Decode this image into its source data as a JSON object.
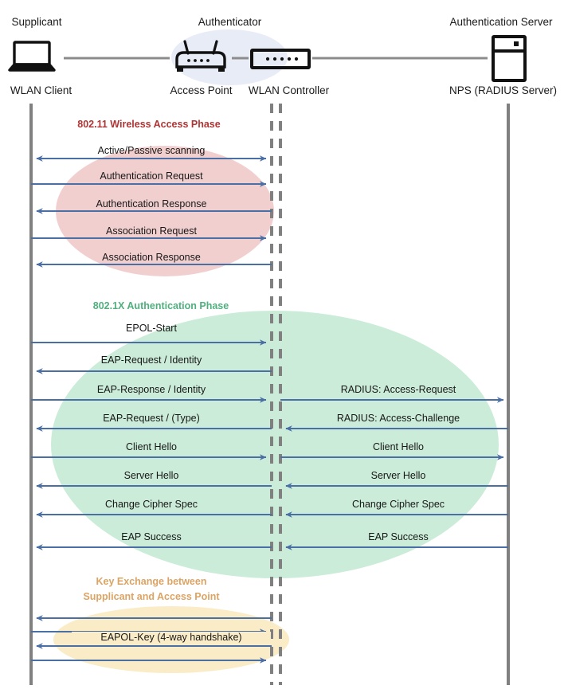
{
  "diagram": {
    "title": "802.1X WLAN Authentication Sequence",
    "colors": {
      "lifeline": "#808080",
      "arrow": "#4a6fa5",
      "link": "#8c8c8c",
      "icon": "#111111",
      "authenticator_ellipse": "#e8ecf6",
      "phase1_ellipse": "#f2cfcf",
      "phase2_ellipse": "#c8ebd6",
      "phase3_ellipse": "#fbecc8",
      "phase1_text": "#b03434",
      "phase2_text": "#4fb07d",
      "phase3_text": "#dca464"
    },
    "actors": [
      {
        "role": "Supplicant",
        "device": "WLAN Client",
        "icon": "laptop-icon"
      },
      {
        "role": "Authenticator",
        "device": "Access Point",
        "icon": "access-point-icon"
      },
      {
        "role": "",
        "device": "WLAN Controller",
        "icon": "wlan-controller-icon"
      },
      {
        "role": "Authentication Server",
        "device": "NPS (RADIUS Server)",
        "icon": "server-icon"
      }
    ],
    "phases": [
      {
        "id": "phase-80211",
        "label": "802.11 Wireless Access Phase",
        "label_lines": [
          "802.11 Wireless Access Phase"
        ],
        "messages": [
          {
            "text": "Active/Passive scanning",
            "direction": "both",
            "segment": "left"
          },
          {
            "text": "Authentication Request",
            "direction": "right",
            "segment": "left"
          },
          {
            "text": "Authentication Response",
            "direction": "left",
            "segment": "left"
          },
          {
            "text": "Association Request",
            "direction": "right",
            "segment": "left"
          },
          {
            "text": "Association Response",
            "direction": "left",
            "segment": "left"
          }
        ]
      },
      {
        "id": "phase-8021x",
        "label": "802.1X Authentication Phase",
        "label_lines": [
          "802.1X Authentication Phase"
        ],
        "messages": [
          {
            "text": "EPOL-Start",
            "direction": "right",
            "segment": "left"
          },
          {
            "text": "EAP-Request / Identity",
            "direction": "left",
            "segment": "left"
          },
          {
            "text": "EAP-Response / Identity",
            "direction": "right",
            "segment": "left"
          },
          {
            "text": "RADIUS: Access-Request",
            "direction": "right",
            "segment": "right"
          },
          {
            "text": "EAP-Request / (Type)",
            "direction": "left",
            "segment": "left"
          },
          {
            "text": "RADIUS: Access-Challenge",
            "direction": "left",
            "segment": "right"
          },
          {
            "text": "Client Hello",
            "direction": "right",
            "segment": "left"
          },
          {
            "text": "Client Hello",
            "direction": "right",
            "segment": "right"
          },
          {
            "text": "Server Hello",
            "direction": "left",
            "segment": "left"
          },
          {
            "text": "Server Hello",
            "direction": "left",
            "segment": "right"
          },
          {
            "text": "Change Cipher Spec",
            "direction": "left",
            "segment": "left"
          },
          {
            "text": "Change Cipher Spec",
            "direction": "left",
            "segment": "right"
          },
          {
            "text": "EAP Success",
            "direction": "left",
            "segment": "left"
          },
          {
            "text": "EAP Success",
            "direction": "left",
            "segment": "right"
          }
        ]
      },
      {
        "id": "phase-keyexchange",
        "label": "Key Exchange between Supplicant and Access Point",
        "label_lines": [
          "Key Exchange between",
          "Supplicant and Access Point"
        ],
        "messages": [
          {
            "text": "EAPOL-Key (4-way handshake)",
            "direction": "left",
            "segment": "left"
          },
          {
            "text": "",
            "direction": "right",
            "segment": "left"
          },
          {
            "text": "",
            "direction": "left",
            "segment": "left"
          },
          {
            "text": "",
            "direction": "right",
            "segment": "left"
          }
        ]
      }
    ],
    "labels": {
      "supplicant_role": "Supplicant",
      "authenticator_role": "Authenticator",
      "auth_server_role": "Authentication Server",
      "wlan_client": "WLAN Client",
      "access_point": "Access Point",
      "wlan_controller": "WLAN Controller",
      "nps_radius": "NPS (RADIUS Server)",
      "phase1_title": "802.11 Wireless Access Phase",
      "phase2_title": "802.1X Authentication Phase",
      "phase3_title_line1": "Key Exchange between",
      "phase3_title_line2": "Supplicant and Access Point",
      "m_active_passive": "Active/Passive scanning",
      "m_auth_req": "Authentication Request",
      "m_auth_resp": "Authentication Response",
      "m_assoc_req": "Association Request",
      "m_assoc_resp": "Association Response",
      "m_eapol_start": "EPOL-Start",
      "m_eap_req_id": "EAP-Request / Identity",
      "m_eap_resp_id": "EAP-Response / Identity",
      "m_radius_access_request": "RADIUS: Access-Request",
      "m_eap_req_type": "EAP-Request / (Type)",
      "m_radius_access_challenge": "RADIUS: Access-Challenge",
      "m_client_hello_left": "Client Hello",
      "m_client_hello_right": "Client Hello",
      "m_server_hello_left": "Server Hello",
      "m_server_hello_right": "Server Hello",
      "m_ccs_left": "Change Cipher Spec",
      "m_ccs_right": "Change Cipher Spec",
      "m_eap_success_left": "EAP Success",
      "m_eap_success_right": "EAP Success",
      "m_eapol_key": "EAPOL-Key (4-way handshake)"
    }
  }
}
